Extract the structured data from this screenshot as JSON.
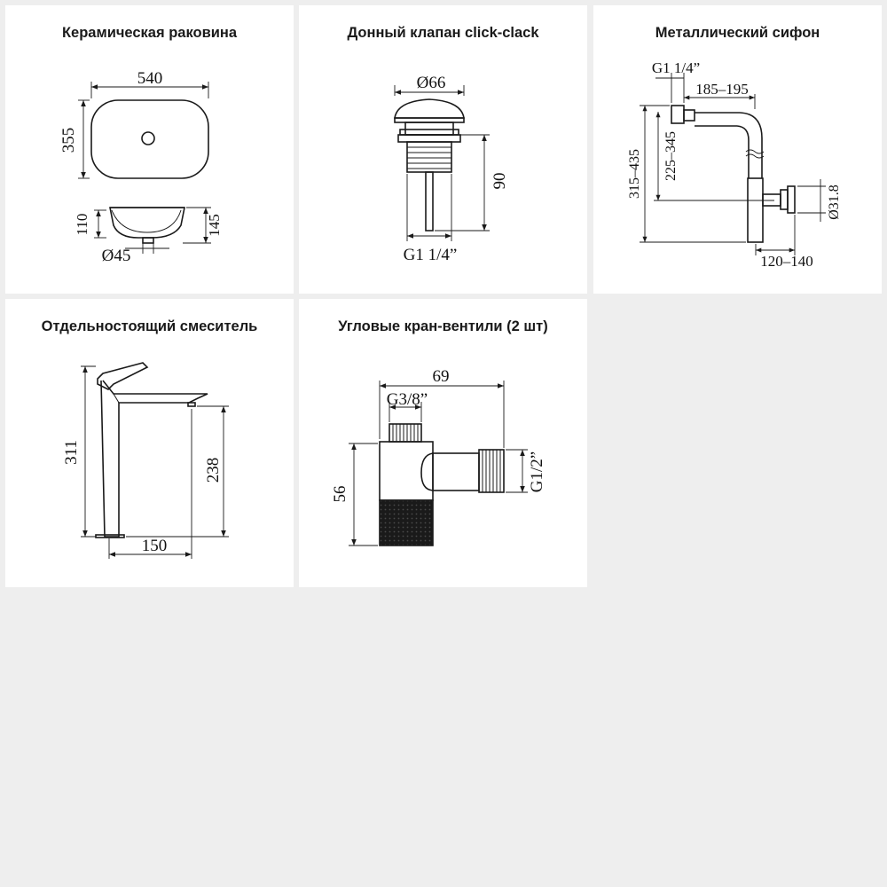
{
  "cards": [
    {
      "title": "Керамическая раковина",
      "dims": {
        "width": "540",
        "depth": "355",
        "height_inner": "110",
        "height_outer": "145",
        "drain": "Ø45"
      }
    },
    {
      "title": "Донный клапан click-clack",
      "dims": {
        "cap_diameter": "Ø66",
        "height": "90",
        "thread": "G1 1/4”"
      }
    },
    {
      "title": "Металлический сифон",
      "dims": {
        "thread": "G1 1/4”",
        "reach": "185–195",
        "height_total": "315–435",
        "height_inner": "225–345",
        "outlet": "Ø31.8",
        "wall_offset": "120–140"
      }
    },
    {
      "title": "Отдельностоящий смеситель",
      "dims": {
        "height_total": "311",
        "spout_height": "238",
        "spout_reach": "150"
      }
    },
    {
      "title": "Угловые кран-вентили (2 шт)",
      "dims": {
        "length": "69",
        "inlet_thread": "G3/8”",
        "height": "56",
        "outlet_thread": "G1/2”"
      }
    }
  ]
}
